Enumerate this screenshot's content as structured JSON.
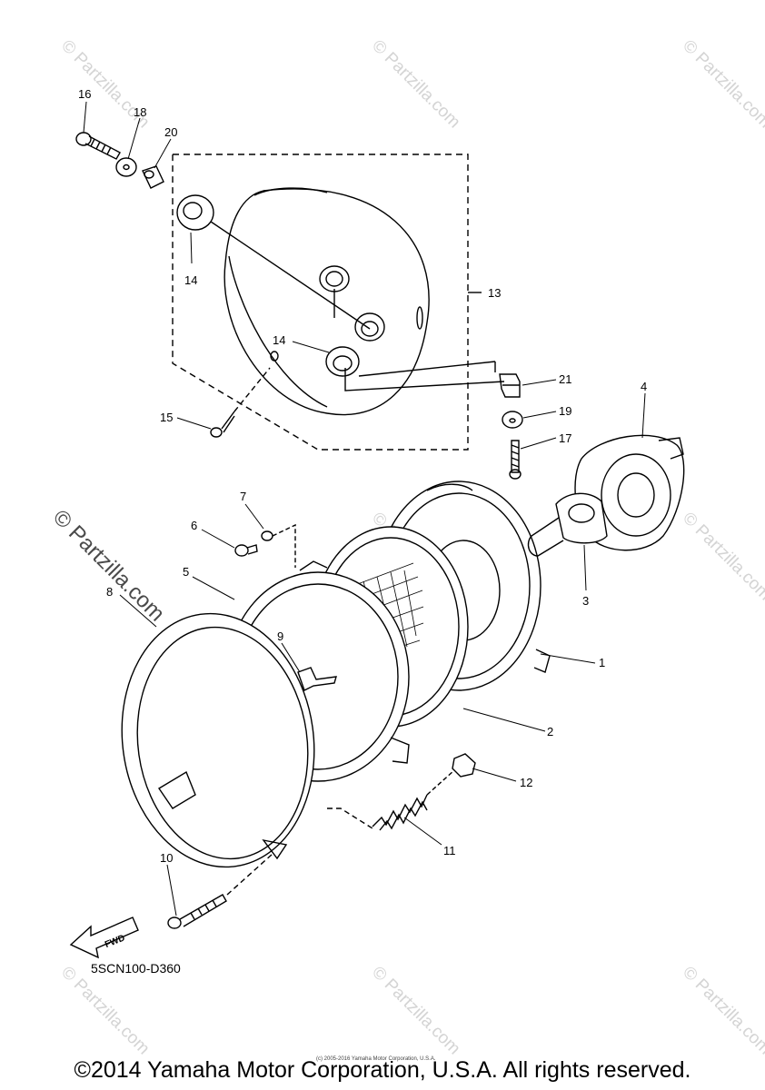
{
  "watermark": {
    "small_text": "© Partzilla.com",
    "large_text": "© Partzilla.com"
  },
  "callouts": [
    "1",
    "2",
    "3",
    "4",
    "5",
    "6",
    "7",
    "8",
    "9",
    "10",
    "11",
    "12",
    "13",
    "14",
    "14",
    "15",
    "16",
    "17",
    "18",
    "19",
    "20",
    "21"
  ],
  "fwd_label": "FWD",
  "diagram_code": "5SCN100-D360",
  "small_copyright": "(c) 2005-2016 Yamaha Motor Corporation, U.S.A.",
  "copyright": "©2014 Yamaha Motor Corporation, U.S.A. All rights reserved."
}
